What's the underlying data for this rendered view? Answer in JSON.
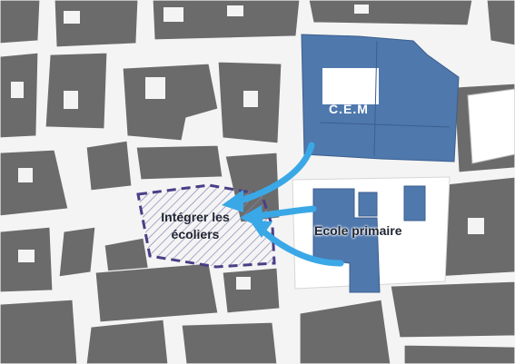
{
  "map": {
    "labels": {
      "cem": "C.E.M",
      "ecole": "Ecole primaire",
      "zone": "Intégrer les écoliers"
    },
    "colors": {
      "street": "#f4f4f4",
      "building": "#6b6b6b",
      "school": "#4f78ad",
      "zone_outline": "#4a3f86",
      "arrow": "#3aa8e6",
      "schoolyard": "#ffffff"
    }
  }
}
